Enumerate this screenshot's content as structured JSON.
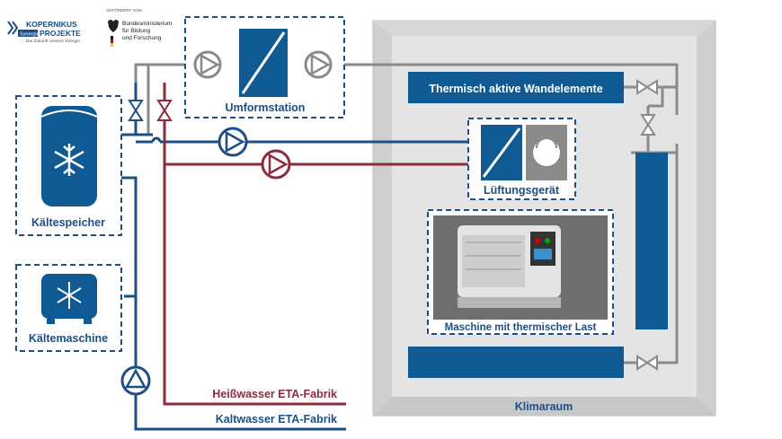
{
  "logos": {
    "kopernikus_line1": "KOPERNIKUS",
    "kopernikus_badge": "Synergie",
    "kopernikus_line2": "PROJEKTE",
    "kopernikus_tagline": "Die Zukunft unserer Energie",
    "funding_label": "GEFÖRDERT VOM",
    "ministry_line1": "Bundesministerium",
    "ministry_line2": "für Bildung",
    "ministry_line3": "und Forschung"
  },
  "components": {
    "umformstation": "Umformstation",
    "kaeltespeicher": "Kältespeicher",
    "kaeltemaschine": "Kältemaschine",
    "wandelemente": "Thermisch aktive Wandelemente",
    "lueftungsgeraet": "Lüftungsgerät",
    "maschine": "Maschine mit thermischer Last",
    "klimaraum": "Klimaraum"
  },
  "lines": {
    "heisswasser": "Heißwasser ETA-Fabrik",
    "kaltwasser": "Kaltwasser ETA-Fabrik"
  },
  "colors": {
    "blue": "#1d4f86",
    "red": "#8c2a3e",
    "gray": "#8a8a8a",
    "room": "#e4e4e4",
    "panel": "#0f5a92"
  },
  "icons": [
    "snowflake-icon",
    "pump-icon",
    "valve-icon",
    "heat-exchanger-icon",
    "fan-icon",
    "machine-image"
  ]
}
